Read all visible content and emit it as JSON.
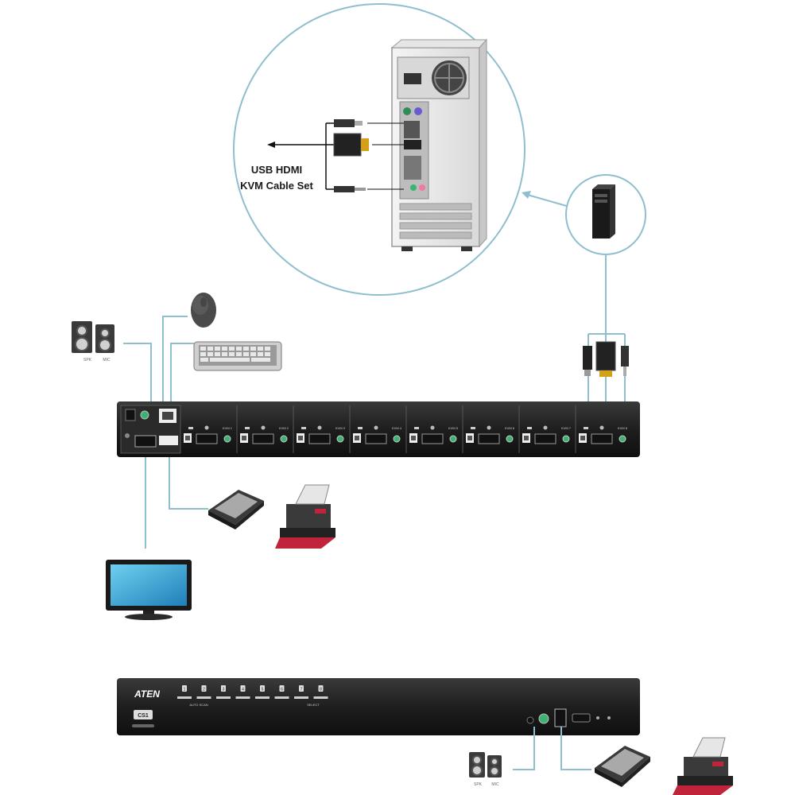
{
  "callout": {
    "label_line1": "USB HDMI",
    "label_line2": "KVM Cable Set"
  },
  "rear_unit": {
    "port_labels": [
      "KVM 1",
      "KVM 2",
      "KVM 3",
      "KVM 4",
      "KVM 5",
      "KVM 6",
      "KVM 7",
      "KVM 8"
    ]
  },
  "front_unit": {
    "brand": "ATEN",
    "model_badge": "CS1",
    "port_led_labels": [
      "1",
      "2",
      "3",
      "4",
      "5",
      "6",
      "7",
      "8"
    ],
    "group_label_left": "AUTO SCAN",
    "group_label_right": "SELECT"
  },
  "speaker_labels": {
    "top_left": "SPK",
    "top_right": "MIC",
    "bottom_left": "SPK",
    "bottom_right": "MIC"
  },
  "colors": {
    "cable": "#8fbecf",
    "unit_body": "#1c1c1c",
    "circle_border": "#8fbecf",
    "printer_accent": "#c0243a"
  }
}
